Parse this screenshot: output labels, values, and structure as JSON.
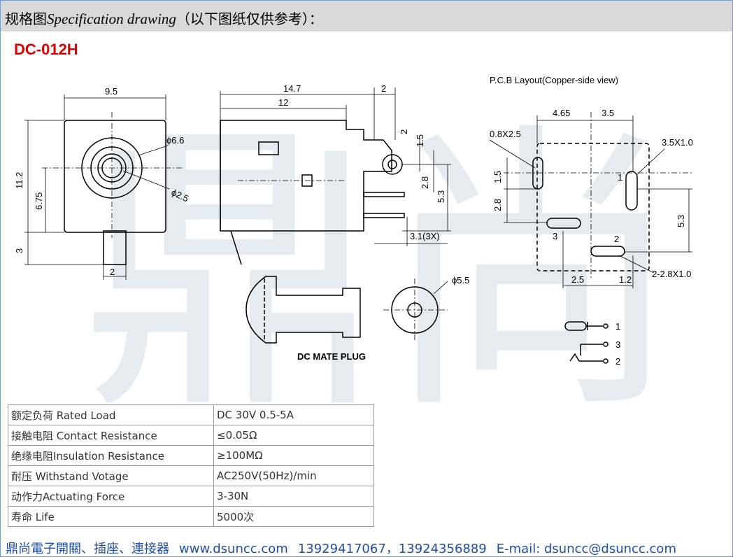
{
  "header": {
    "cn_prefix": "规格图",
    "en_title": "Specification drawing",
    "cn_suffix": "（以下图纸仅供参考）："
  },
  "part_number": "DC-012H",
  "watermark": "鼎尚",
  "drawing": {
    "front_view": {
      "width": "9.5",
      "height": "11.2",
      "center": "6.75",
      "pin_len": "3",
      "pin_w": "2",
      "dia_outer": "ϕ6.6",
      "dia_inner": "ϕ2.5"
    },
    "side_view": {
      "len_total": "14.7",
      "len_body": "12",
      "tab": "2",
      "d1": "2",
      "d2": "1.5",
      "d3": "2.8",
      "d4": "5.3",
      "pin_spacing": "3.1(3X)"
    },
    "pcb": {
      "title": "P.C.B Layout(Copper-side view)",
      "w1": "4.65",
      "w2": "3.5",
      "slot_a": "0.8X2.5",
      "slot_b": "3.5X1.0",
      "slot_c": "2-2.8X1.0",
      "v1": "1.5",
      "v2": "2.8",
      "v3": "5.3",
      "h1": "2.5",
      "h2": "1.2",
      "pin1": "1",
      "pin2": "2",
      "pin3": "3"
    },
    "plug": {
      "label": "DC MATE PLUG",
      "dia": "ϕ5.5"
    },
    "schematic": {
      "p1": "1",
      "p2": "3",
      "p3": "2"
    }
  },
  "specs": [
    {
      "label": "额定负荷 Rated Load",
      "value": "DC 30V 0.5-5A"
    },
    {
      "label": "接触电阻 Contact Resistance",
      "value": "≤0.05Ω"
    },
    {
      "label": "绝缘电阻Insulation Resistance",
      "value": "≥100MΩ"
    },
    {
      "label": "耐压  Withstand Votage",
      "value": "AC250V(50Hz)/min"
    },
    {
      "label": "动作力Actuating  Force",
      "value": "3-30N"
    },
    {
      "label": "寿命   Life",
      "value": "5000次"
    }
  ],
  "footer": {
    "company": "鼎尚電子開關、插座、連接器",
    "website": "www.dsuncc.com",
    "phones": "13929417067，13924356889",
    "email": "E-mail: dsuncc@dsuncc.com"
  }
}
